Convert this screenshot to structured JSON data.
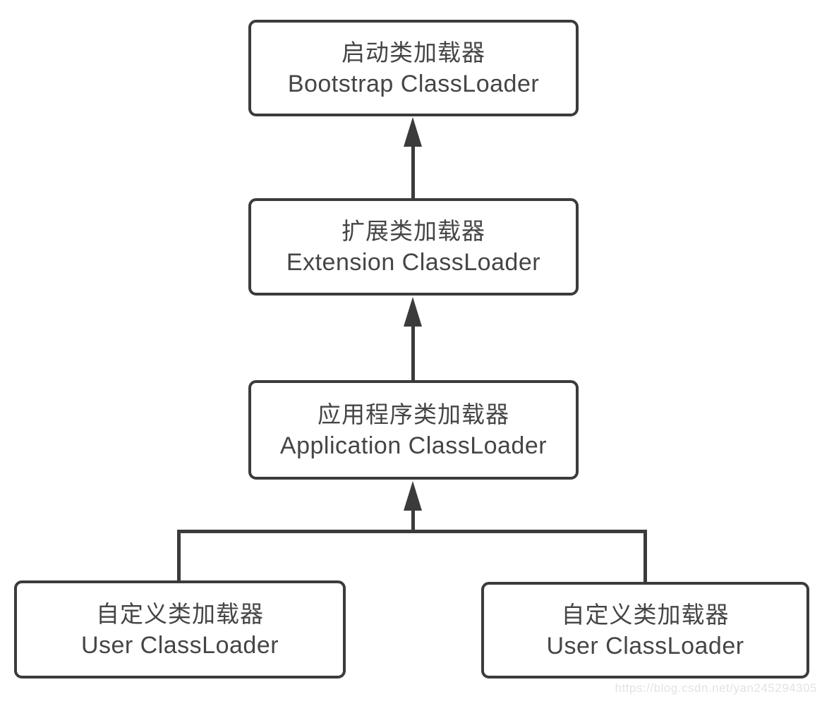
{
  "diagram": {
    "type": "hierarchy-flowchart",
    "subject": "Java ClassLoader delegation hierarchy",
    "colors": {
      "background": "#ffffff",
      "box_fill": "#ffffff",
      "box_border": "#3b3b3b",
      "line": "#3b3b3b",
      "text": "#454545",
      "watermark": "#e3e3e3"
    },
    "nodes": [
      {
        "id": "bootstrap",
        "zh": "启动类加载器",
        "en": "Bootstrap ClassLoader"
      },
      {
        "id": "extension",
        "zh": "扩展类加载器",
        "en": "Extension ClassLoader"
      },
      {
        "id": "application",
        "zh": "应用程序类加载器",
        "en": "Application ClassLoader"
      },
      {
        "id": "user-left",
        "zh": "自定义类加载器",
        "en": "User ClassLoader"
      },
      {
        "id": "user-right",
        "zh": "自定义类加载器",
        "en": "User ClassLoader"
      }
    ],
    "edges": [
      {
        "from": "extension",
        "to": "bootstrap",
        "style": "arrow-up"
      },
      {
        "from": "application",
        "to": "extension",
        "style": "arrow-up"
      },
      {
        "from": "user-left",
        "to": "application",
        "style": "branch-arrow-up"
      },
      {
        "from": "user-right",
        "to": "application",
        "style": "branch-arrow-up"
      }
    ]
  },
  "watermark": {
    "text": "https://blog.csdn.net/yan245294305"
  }
}
